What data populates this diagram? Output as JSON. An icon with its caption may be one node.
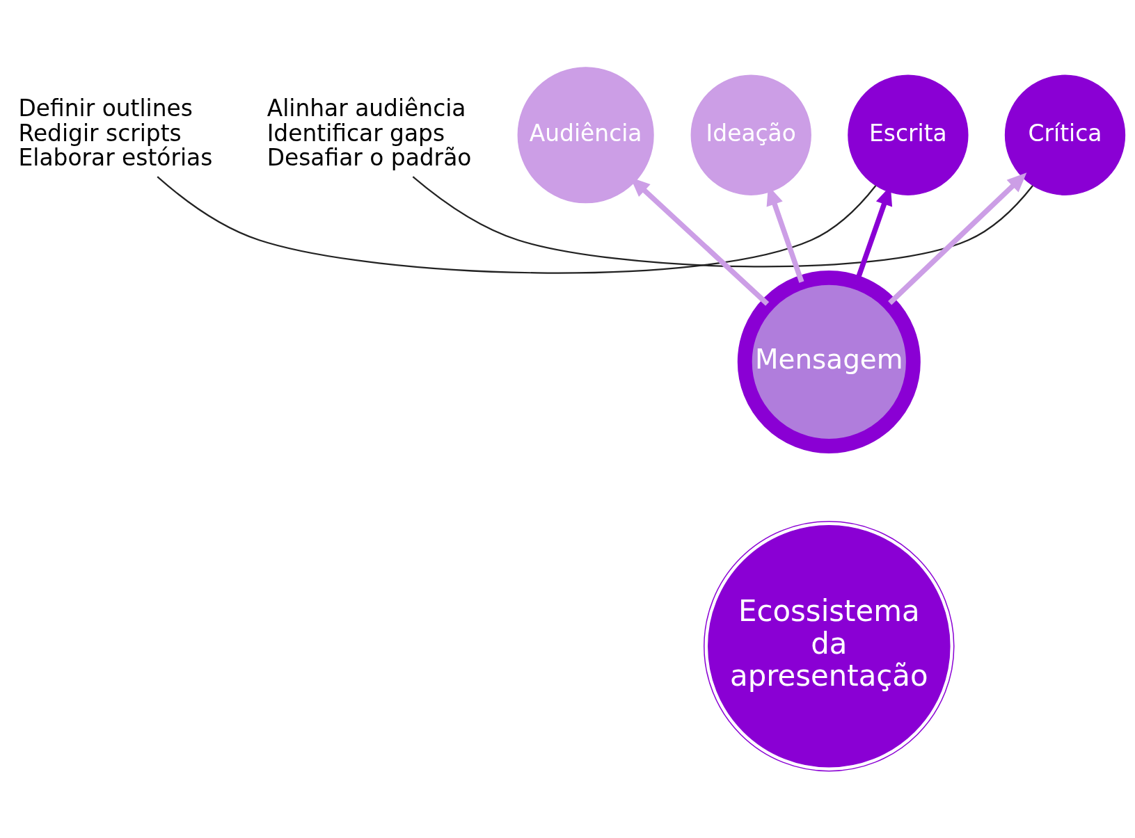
{
  "diagram": {
    "nodes": [
      {
        "text": [
          "Audiência"
        ]
      },
      {
        "text": [
          "Ideação"
        ]
      },
      {
        "text": [
          "Escrita"
        ]
      },
      {
        "text": [
          "Crítica"
        ]
      },
      {
        "text": [
          "Definir outlines",
          "Redigir scripts",
          "Elaborar estórias"
        ]
      },
      {
        "text": [
          "Alinhar audiência",
          "Identificar gaps",
          "Desafiar o padrão"
        ]
      },
      {
        "text": [
          "Mensagem"
        ]
      },
      {
        "text": [
          "Ecossistema da apresentação"
        ]
      }
    ],
    "edges": [
      {
        "from": 6,
        "to": 0,
        "arrow": "to"
      },
      {
        "from": 6,
        "to": 1,
        "arrow": "to"
      },
      {
        "from": 6,
        "to": 2,
        "arrow": "to",
        "color": "#8a00d4"
      },
      {
        "from": 6,
        "to": 3,
        "arrow": "to"
      },
      {
        "from": 2,
        "to": 4,
        "arrow": "none",
        "color": "#222222"
      },
      {
        "from": 3,
        "to": 5,
        "arrow": "none",
        "color": "#222222"
      }
    ]
  }
}
